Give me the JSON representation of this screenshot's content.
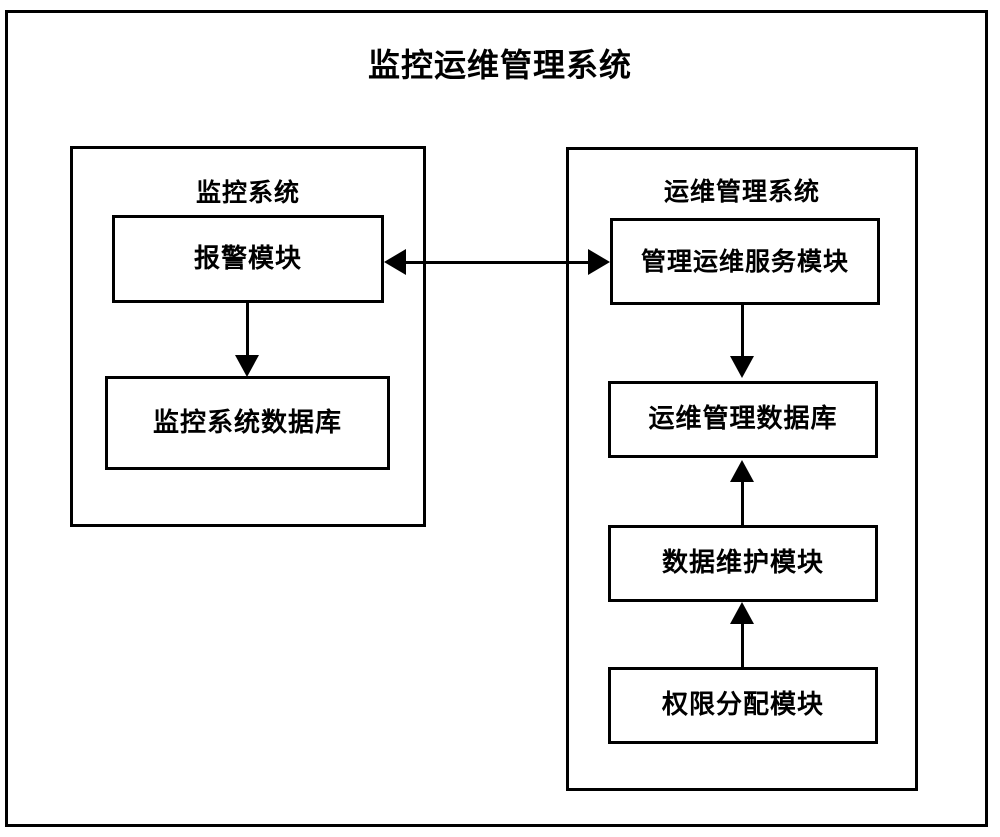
{
  "diagram": {
    "title": "监控运维管理系统",
    "panels": [
      {
        "id": "monitor-system",
        "title": "监控系统",
        "boxes": [
          {
            "id": "alarm-module",
            "label": "报警模块"
          },
          {
            "id": "monitor-system-database",
            "label": "监控系统数据库"
          }
        ]
      },
      {
        "id": "ops-management-system",
        "title": "运维管理系统",
        "boxes": [
          {
            "id": "ops-service-module",
            "label": "管理运维服务模块"
          },
          {
            "id": "ops-management-database",
            "label": "运维管理数据库"
          },
          {
            "id": "data-maintenance-module",
            "label": "数据维护模块"
          },
          {
            "id": "permission-allocation-module",
            "label": "权限分配模块"
          }
        ]
      }
    ],
    "connectors": [
      {
        "id": "alarm-to-monitor-db",
        "from": "报警模块",
        "to": "监控系统数据库",
        "direction": "down"
      },
      {
        "id": "ops-service-to-ops-db",
        "from": "管理运维服务模块",
        "to": "运维管理数据库",
        "direction": "down"
      },
      {
        "id": "data-maintenance-to-ops-db",
        "from": "数据维护模块",
        "to": "运维管理数据库",
        "direction": "up"
      },
      {
        "id": "permission-to-data-maintenance",
        "from": "权限分配模块",
        "to": "数据维护模块",
        "direction": "up"
      },
      {
        "id": "alarm-to-ops-service",
        "from": "报警模块",
        "to": "管理运维服务模块",
        "direction": "bidirectional"
      }
    ],
    "style": {
      "line_color": "#000000",
      "background": "#ffffff",
      "text_color": "#000000"
    }
  }
}
